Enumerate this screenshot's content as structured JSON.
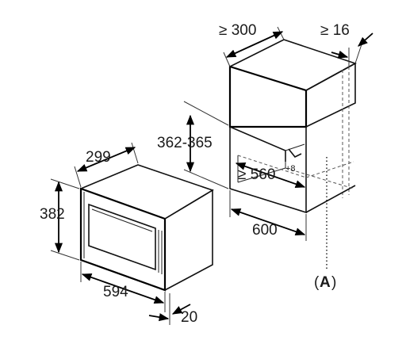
{
  "diagram": {
    "appliance": {
      "width": "594",
      "height": "382",
      "depth": "299",
      "front_offset": "20"
    },
    "cabinet": {
      "min_top_depth": "≥ 300",
      "min_side_gap": "≥ 16",
      "niche_height": "362-365",
      "min_niche_width_main": "≥ 560",
      "min_niche_width_sup": "+8",
      "cabinet_width": "600"
    },
    "callout": {
      "open": "(",
      "letter": "A",
      "close": ")"
    }
  }
}
